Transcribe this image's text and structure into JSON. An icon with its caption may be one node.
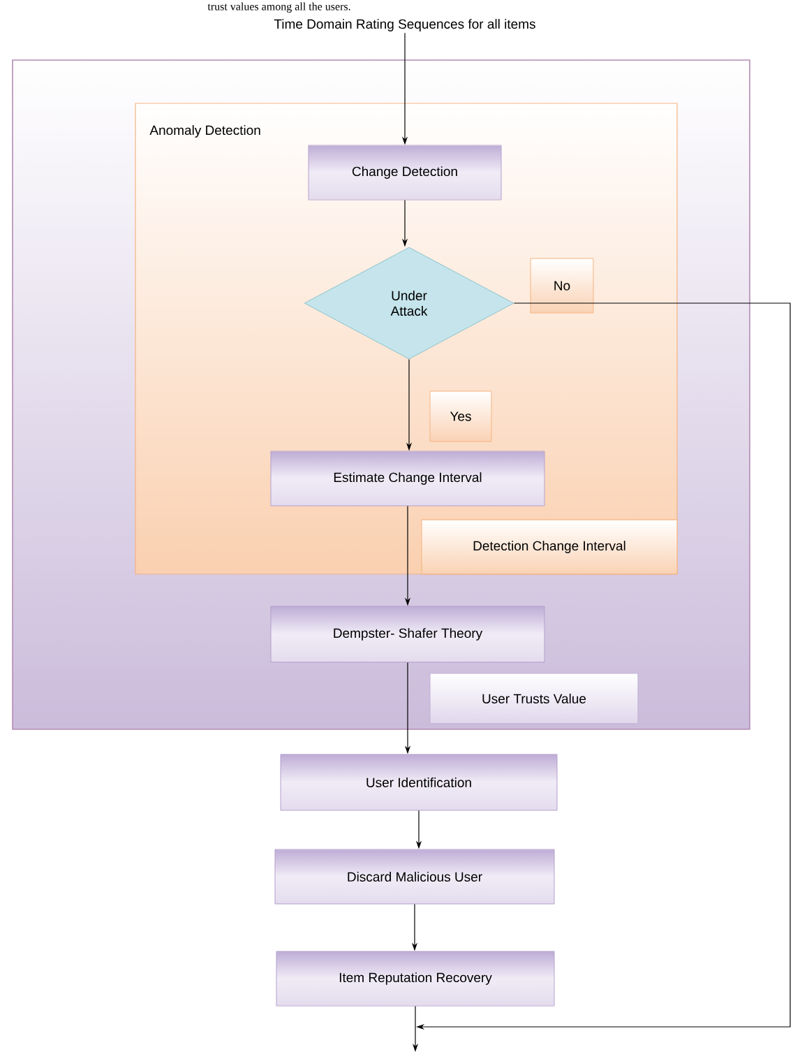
{
  "diagram": {
    "nodes": [
      {
        "text": [
          "Time Domain Rating Sequences for all items"
        ]
      },
      {
        "text": [],
        "shape": "box"
      },
      {
        "text": [
          "Anomaly Detection"
        ],
        "in": 1
      },
      {
        "text": [
          "Change Detection"
        ],
        "in": 2
      },
      {
        "text": [
          "Under Attack"
        ],
        "in": 2
      },
      {
        "text": [
          "No"
        ],
        "in": 2
      },
      {
        "text": [
          "Yes"
        ],
        "in": 2
      },
      {
        "text": [
          "Estimate Change Interval"
        ],
        "in": 2
      },
      {
        "text": [
          "Detection Change Interval"
        ],
        "in": 2
      },
      {
        "text": [
          "Dempster- Shafer Theory"
        ],
        "in": 1
      },
      {
        "text": [
          "User Trusts Value"
        ],
        "in": 1
      },
      {
        "text": [
          "User Identification"
        ]
      },
      {
        "text": [
          "Discard Malicious User"
        ]
      },
      {
        "text": [
          "Item Reputation Recovery"
        ]
      }
    ],
    "edges": [
      {
        "from": 0,
        "to": 3,
        "arrow": "to"
      },
      {
        "from": 3,
        "to": 4,
        "arrow": "to"
      },
      {
        "from": 4,
        "to": 7,
        "arrow": "to"
      },
      {
        "from": 7,
        "to": 9,
        "arrow": "to"
      },
      {
        "from": 9,
        "to": 11,
        "arrow": "to"
      },
      {
        "from": 11,
        "to": 12,
        "arrow": "to"
      },
      {
        "from": 12,
        "to": 13,
        "arrow": "to"
      },
      {
        "from": 13,
        "to": null,
        "arrow": "to"
      },
      {
        "from": 4,
        "to": null,
        "arrow": "to"
      }
    ],
    "labels": [
      "trust values among all the users."
    ]
  }
}
